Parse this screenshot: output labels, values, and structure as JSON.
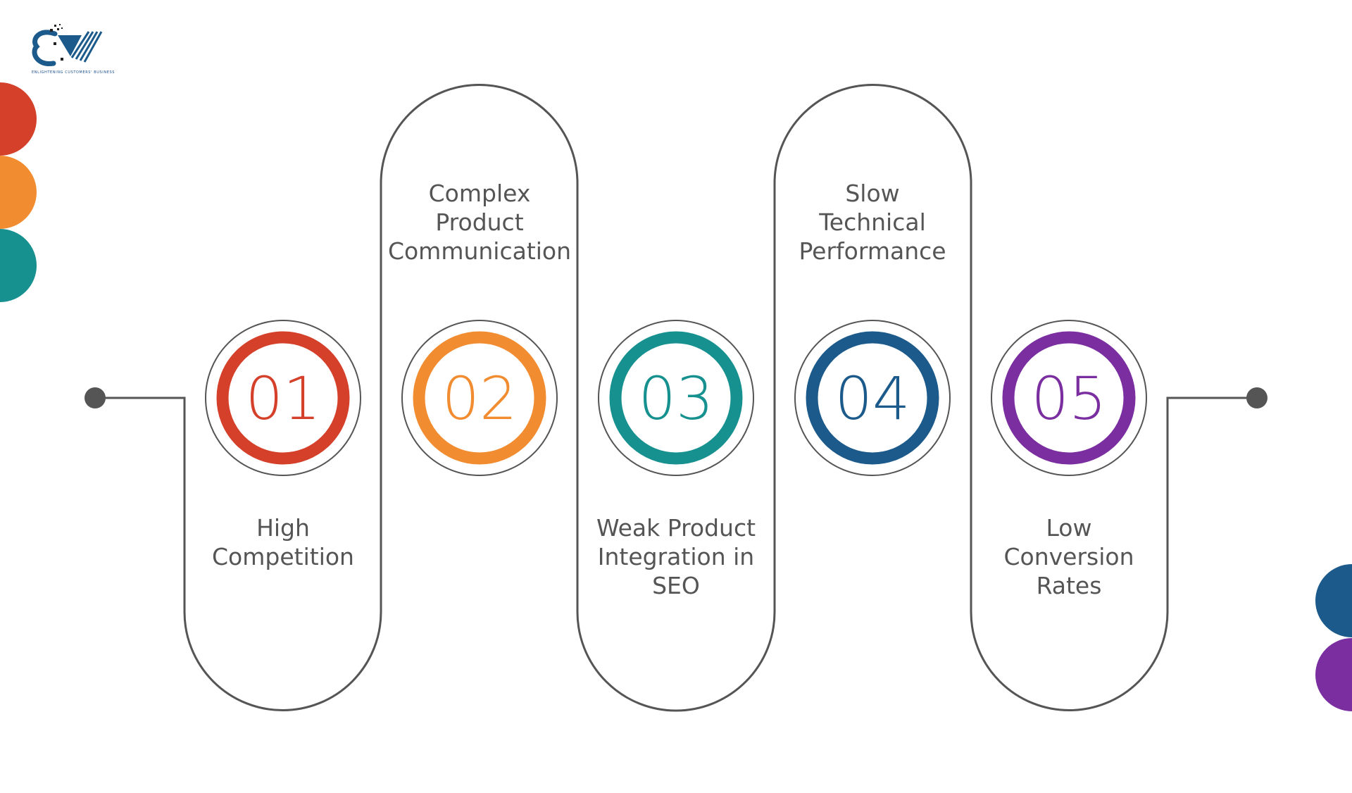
{
  "logo": {
    "tagline": "ENLIGHTENING CUSTOMERS' BUSINESS"
  },
  "steps": [
    {
      "number": "01",
      "label": [
        "High",
        "Competition"
      ],
      "position": "bottom",
      "color": "#d4402a"
    },
    {
      "number": "02",
      "label": [
        "Complex",
        "Product",
        "Communication"
      ],
      "position": "top",
      "color": "#f28c30"
    },
    {
      "number": "03",
      "label": [
        "Weak Product",
        "Integration in",
        "SEO"
      ],
      "position": "bottom",
      "color": "#17918f"
    },
    {
      "number": "04",
      "label": [
        "Slow",
        "Technical",
        "Performance"
      ],
      "position": "top",
      "color": "#1b5a8a"
    },
    {
      "number": "05",
      "label": [
        "Low",
        "Conversion",
        "Rates"
      ],
      "position": "bottom",
      "color": "#7a2ea0"
    }
  ],
  "decor": {
    "left_dots": [
      "#d4402a",
      "#f28c30",
      "#17918f"
    ],
    "right_dots": [
      "#1b5a8a",
      "#7a2ea0"
    ]
  }
}
